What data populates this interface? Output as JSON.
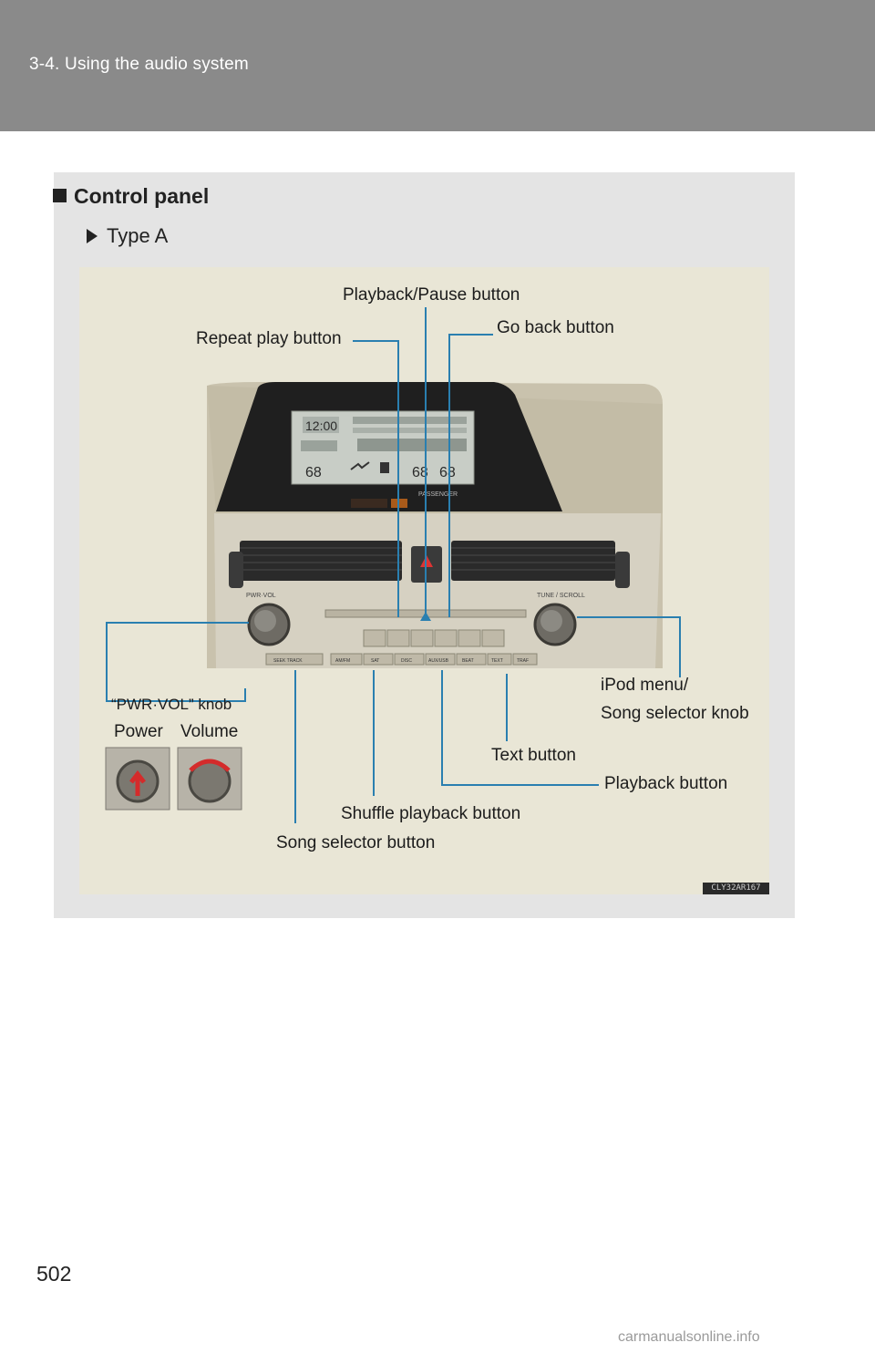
{
  "header": {
    "title": "3-4. Using the audio system"
  },
  "section": {
    "title": "Control panel",
    "subtype": "Type A"
  },
  "figure": {
    "code": "CLY32AR167",
    "labels": {
      "playback_pause": "Playback/Pause button",
      "go_back": "Go back button",
      "repeat_play": "Repeat play button",
      "pwr_vol_knob": "“PWR·VOL” knob",
      "power": "Power",
      "volume": "Volume",
      "ipod_menu_line1": "iPod menu/",
      "ipod_menu_line2": "Song selector knob",
      "text_button": "Text button",
      "playback_button": "Playback button",
      "shuffle_playback": "Shuffle playback button",
      "song_selector": "Song selector button"
    },
    "display": {
      "clock": "12:00",
      "left_temp": "68",
      "right_temp": "68",
      "outside_temp": "68",
      "passenger": "PASSENGER"
    },
    "panel": {
      "left_knob_label": "PWR·VOL",
      "right_knob_label": "TUNE / SCROLL",
      "row2_buttons": [
        "SEEK TRACK",
        "AM/FM",
        "SAT",
        "DISC",
        "AUX/USB",
        "BEAT",
        "TEXT",
        "TRAF"
      ]
    }
  },
  "page_number": "502",
  "watermark": "carmanualsonline.info"
}
